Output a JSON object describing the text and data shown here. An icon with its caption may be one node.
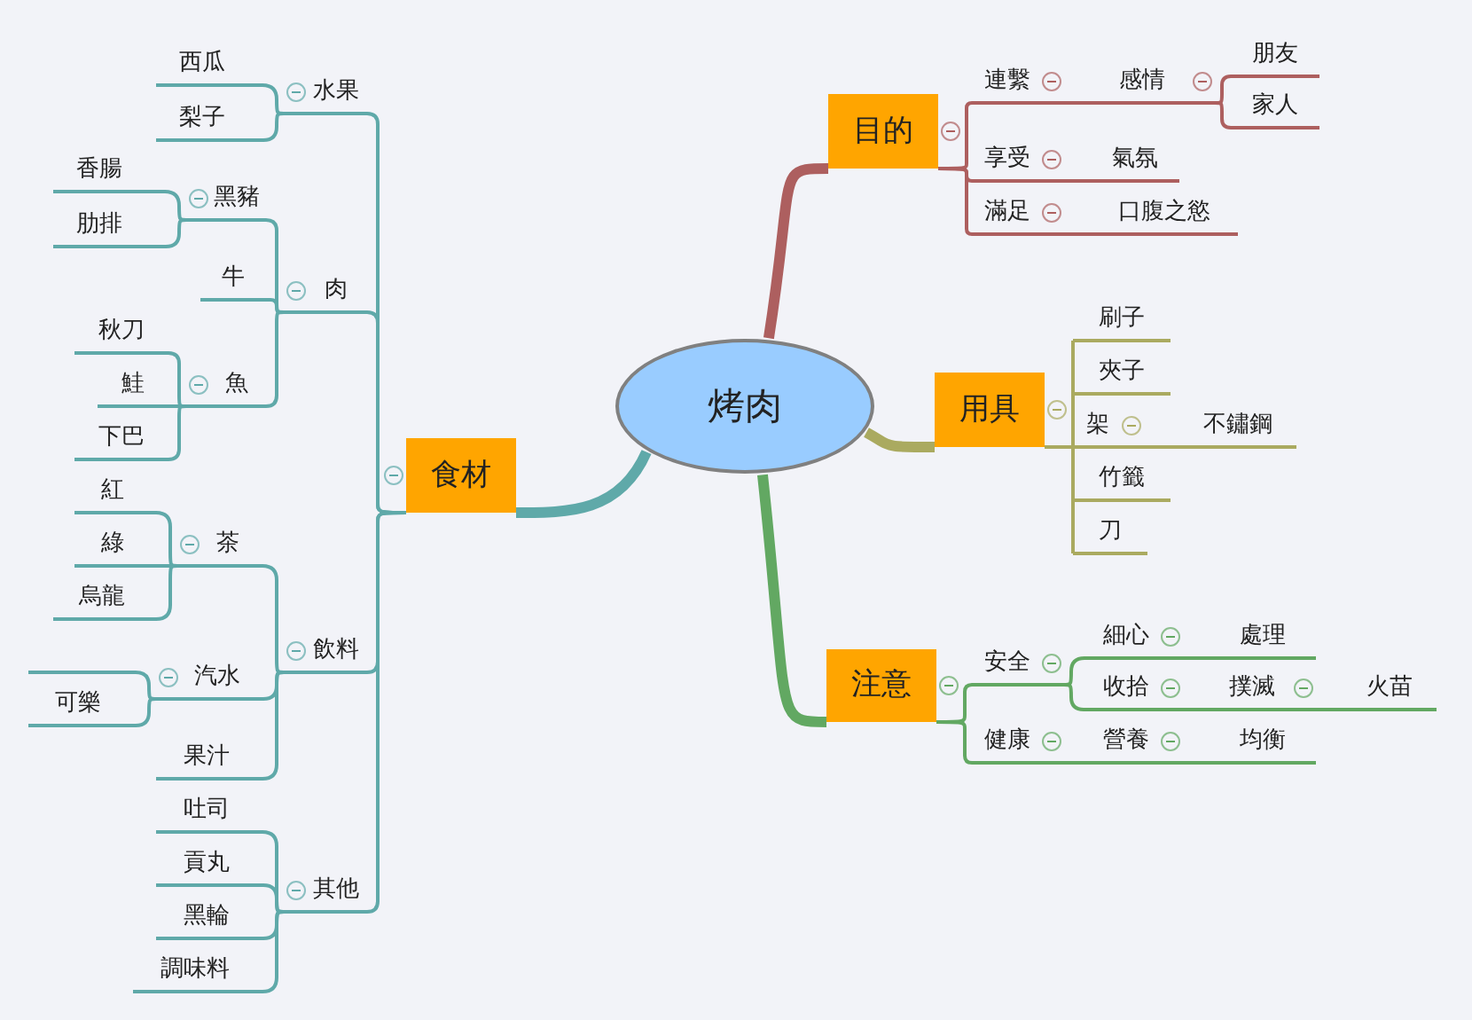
{
  "diagram": {
    "nodes": [
      {
        "text": [
          "烤肉"
        ]
      },
      {
        "text": [
          "目的"
        ]
      },
      {
        "text": [
          "連繫"
        ]
      },
      {
        "text": [
          "感情"
        ]
      },
      {
        "text": [
          "朋友"
        ]
      },
      {
        "text": [
          "家人"
        ]
      },
      {
        "text": [
          "享受"
        ]
      },
      {
        "text": [
          "氣氛"
        ]
      },
      {
        "text": [
          "滿足"
        ]
      },
      {
        "text": [
          "口腹之慾"
        ]
      },
      {
        "text": [
          "用具"
        ]
      },
      {
        "text": [
          "刷子"
        ]
      },
      {
        "text": [
          "夾子"
        ]
      },
      {
        "text": [
          "架"
        ]
      },
      {
        "text": [
          "不鏽鋼"
        ]
      },
      {
        "text": [
          "竹籤"
        ]
      },
      {
        "text": [
          "刀"
        ]
      },
      {
        "text": [
          "注意"
        ]
      },
      {
        "text": [
          "安全"
        ]
      },
      {
        "text": [
          "細心"
        ]
      },
      {
        "text": [
          "處理"
        ]
      },
      {
        "text": [
          "收拾"
        ]
      },
      {
        "text": [
          "撲滅"
        ]
      },
      {
        "text": [
          "火苗"
        ]
      },
      {
        "text": [
          "健康"
        ]
      },
      {
        "text": [
          "營養"
        ]
      },
      {
        "text": [
          "均衡"
        ]
      },
      {
        "text": [
          "食材"
        ]
      },
      {
        "text": [
          "水果"
        ]
      },
      {
        "text": [
          "西瓜"
        ]
      },
      {
        "text": [
          "梨子"
        ]
      },
      {
        "text": [
          "肉"
        ]
      },
      {
        "text": [
          "黑豬"
        ]
      },
      {
        "text": [
          "香腸"
        ]
      },
      {
        "text": [
          "肋排"
        ]
      },
      {
        "text": [
          "牛"
        ]
      },
      {
        "text": [
          "魚"
        ]
      },
      {
        "text": [
          "秋刀"
        ]
      },
      {
        "text": [
          "鮭"
        ]
      },
      {
        "text": [
          "下巴"
        ]
      },
      {
        "text": [
          "飲料"
        ]
      },
      {
        "text": [
          "茶"
        ]
      },
      {
        "text": [
          "紅"
        ]
      },
      {
        "text": [
          "綠"
        ]
      },
      {
        "text": [
          "烏龍"
        ]
      },
      {
        "text": [
          "汽水"
        ]
      },
      {
        "text": [],
        "shape": "bar"
      },
      {
        "text": [
          "可樂"
        ]
      },
      {
        "text": [
          "果汁"
        ]
      },
      {
        "text": [
          "其他"
        ]
      },
      {
        "text": [
          "吐司"
        ]
      },
      {
        "text": [
          "貢丸"
        ]
      },
      {
        "text": [
          "黑輪"
        ]
      },
      {
        "text": [
          "調味料"
        ]
      }
    ],
    "edges": [
      {
        "from": 0,
        "to": 1,
        "arrow": "none",
        "style": "thick",
        "color": "#ad5f5f"
      },
      {
        "from": 0,
        "to": 10,
        "arrow": "none",
        "style": "thick",
        "color": "#aaaa60"
      },
      {
        "from": 0,
        "to": 17,
        "arrow": "none",
        "style": "thick",
        "color": "#62a862"
      },
      {
        "from": 0,
        "to": 27,
        "arrow": "none",
        "style": "thick"
      },
      {
        "from": 1,
        "to": 2,
        "arrow": "none",
        "color": "#ad5f5f"
      },
      {
        "from": 2,
        "to": 3,
        "arrow": "none",
        "color": "#ad5f5f"
      },
      {
        "from": 3,
        "to": 4,
        "arrow": "none",
        "color": "#ad5f5f"
      },
      {
        "from": 3,
        "to": 5,
        "arrow": "none",
        "color": "#ad5f5f"
      },
      {
        "from": 1,
        "to": 6,
        "arrow": "none",
        "color": "#ad5f5f"
      },
      {
        "from": 6,
        "to": 7,
        "arrow": "none",
        "color": "#ad5f5f"
      },
      {
        "from": 1,
        "to": 8,
        "arrow": "none",
        "color": "#ad5f5f"
      },
      {
        "from": 8,
        "to": 9,
        "arrow": "none",
        "color": "#ad5f5f"
      },
      {
        "from": 10,
        "to": 11,
        "arrow": "none",
        "color": "#aaaa60"
      },
      {
        "from": 10,
        "to": 12,
        "arrow": "none",
        "color": "#aaaa60"
      },
      {
        "from": 10,
        "to": 13,
        "arrow": "none",
        "color": "#aaaa60"
      },
      {
        "from": 13,
        "to": 14,
        "arrow": "none",
        "color": "#aaaa60"
      },
      {
        "from": 10,
        "to": 15,
        "arrow": "none",
        "color": "#aaaa60"
      },
      {
        "from": 10,
        "to": 16,
        "arrow": "none",
        "color": "#aaaa60"
      },
      {
        "from": 17,
        "to": 18,
        "arrow": "none",
        "color": "#62a862"
      },
      {
        "from": 18,
        "to": 19,
        "arrow": "none",
        "color": "#62a862"
      },
      {
        "from": 19,
        "to": 20,
        "arrow": "none",
        "color": "#62a862"
      },
      {
        "from": 18,
        "to": 21,
        "arrow": "none",
        "color": "#62a862"
      },
      {
        "from": 21,
        "to": 22,
        "arrow": "none",
        "color": "#62a862"
      },
      {
        "from": 22,
        "to": 23,
        "arrow": "none",
        "color": "#62a862"
      },
      {
        "from": 17,
        "to": 24,
        "arrow": "none",
        "color": "#62a862"
      },
      {
        "from": 24,
        "to": 25,
        "arrow": "none",
        "color": "#62a862"
      },
      {
        "from": 25,
        "to": 26,
        "arrow": "none",
        "color": "#62a862"
      },
      {
        "from": 27,
        "to": 28,
        "arrow": "none"
      },
      {
        "from": 28,
        "to": 29,
        "arrow": "none"
      },
      {
        "from": 28,
        "to": 30,
        "arrow": "none"
      },
      {
        "from": 27,
        "to": 31,
        "arrow": "none"
      },
      {
        "from": 31,
        "to": 32,
        "arrow": "none"
      },
      {
        "from": 32,
        "to": 33,
        "arrow": "none"
      },
      {
        "from": 32,
        "to": 34,
        "arrow": "none"
      },
      {
        "from": 31,
        "to": 35,
        "arrow": "none"
      },
      {
        "from": 31,
        "to": 36,
        "arrow": "none"
      },
      {
        "from": 36,
        "to": 37,
        "arrow": "none"
      },
      {
        "from": 36,
        "to": 38,
        "arrow": "none"
      },
      {
        "from": 36,
        "to": 39,
        "arrow": "none"
      },
      {
        "from": 27,
        "to": 40,
        "arrow": "none"
      },
      {
        "from": 40,
        "to": 41,
        "arrow": "none"
      },
      {
        "from": 41,
        "to": 42,
        "arrow": "none"
      },
      {
        "from": 41,
        "to": 43,
        "arrow": "none"
      },
      {
        "from": 41,
        "to": 44,
        "arrow": "none"
      },
      {
        "from": 40,
        "to": 45,
        "arrow": "none"
      },
      {
        "from": 45,
        "to": 46,
        "arrow": "none"
      },
      {
        "from": 45,
        "to": 47,
        "arrow": "none"
      },
      {
        "from": 40,
        "to": 48,
        "arrow": "none"
      },
      {
        "from": 27,
        "to": 49,
        "arrow": "none"
      },
      {
        "from": 49,
        "to": 50,
        "arrow": "none"
      },
      {
        "from": 49,
        "to": 51,
        "arrow": "none"
      },
      {
        "from": 49,
        "to": 52,
        "arrow": "none"
      },
      {
        "from": 49,
        "to": 53,
        "arrow": "none"
      }
    ]
  }
}
